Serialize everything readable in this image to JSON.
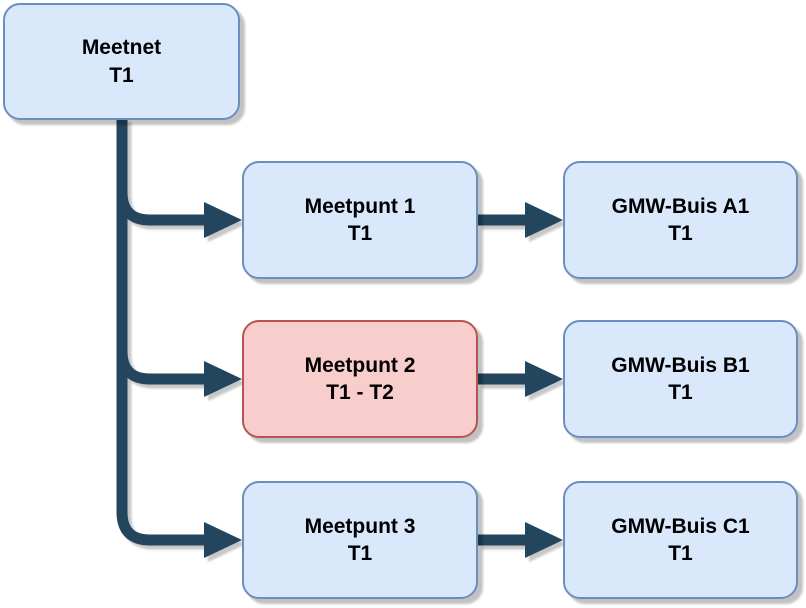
{
  "diagram": {
    "colors": {
      "node_blue_fill": "#dae8fc",
      "node_blue_border": "#6c8ebf",
      "node_red_fill": "#f8cecc",
      "node_red_border": "#b85450",
      "connector": "#23465e",
      "text": "#000000",
      "background": "#ffffff"
    },
    "nodes": [
      {
        "id": "meetnet",
        "line1": "Meetnet",
        "line2": "T1",
        "variant": "blue"
      },
      {
        "id": "meetpunt1",
        "line1": "Meetpunt 1",
        "line2": "T1",
        "variant": "blue"
      },
      {
        "id": "meetpunt2",
        "line1": "Meetpunt 2",
        "line2": "T1 - T2",
        "variant": "red"
      },
      {
        "id": "meetpunt3",
        "line1": "Meetpunt 3",
        "line2": "T1",
        "variant": "blue"
      },
      {
        "id": "gmw_a1",
        "line1": "GMW-Buis A1",
        "line2": "T1",
        "variant": "blue"
      },
      {
        "id": "gmw_b1",
        "line1": "GMW-Buis B1",
        "line2": "T1",
        "variant": "blue"
      },
      {
        "id": "gmw_c1",
        "line1": "GMW-Buis C1",
        "line2": "T1",
        "variant": "blue"
      }
    ],
    "edges": [
      {
        "from": "meetnet",
        "to": "meetpunt1",
        "style": "elbow-arrow"
      },
      {
        "from": "meetnet",
        "to": "meetpunt2",
        "style": "elbow-arrow"
      },
      {
        "from": "meetnet",
        "to": "meetpunt3",
        "style": "elbow-arrow"
      },
      {
        "from": "meetpunt1",
        "to": "gmw_a1",
        "style": "straight-arrow"
      },
      {
        "from": "meetpunt2",
        "to": "gmw_b1",
        "style": "straight-arrow"
      },
      {
        "from": "meetpunt3",
        "to": "gmw_c1",
        "style": "straight-arrow"
      }
    ]
  }
}
